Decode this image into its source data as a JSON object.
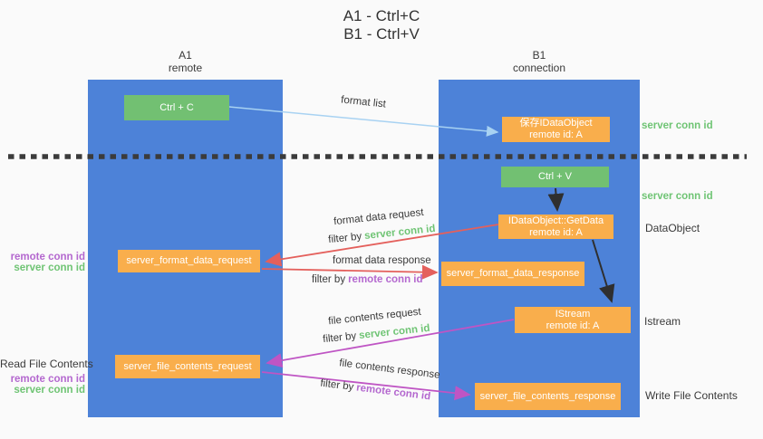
{
  "title": {
    "line1": "A1 - Ctrl+C",
    "line2": "B1 - Ctrl+V"
  },
  "lanes": {
    "left": {
      "title": "A1",
      "subtitle": "remote"
    },
    "right": {
      "title": "B1",
      "subtitle": "connection"
    }
  },
  "nodes": {
    "ctrl_c": "Ctrl + C",
    "save_idataobject_line1": "保存IDataObject",
    "save_idataobject_line2": "remote id: A",
    "ctrl_v": "Ctrl + V",
    "getdata_line1": "IDataObject::GetData",
    "getdata_line2": "remote id: A",
    "format_request": "server_format_data_request",
    "format_response": "server_format_data_response",
    "istream_line1": "IStream",
    "istream_line2": "remote id: A",
    "file_request": "server_file_contents_request",
    "file_response": "server_file_contents_response"
  },
  "annotations": {
    "server_conn_id_top": "server conn id",
    "server_conn_id_mid": "server conn id",
    "dataobject": "DataObject",
    "istream": "Istream",
    "write_file_contents": "Write File Contents",
    "read_file_contents": "Read File Contents",
    "left_top_remote": "remote conn id",
    "left_top_server": "server conn id",
    "left_bottom_remote": "remote conn id",
    "left_bottom_server": "server conn id"
  },
  "arrow_labels": {
    "format_list": "format list",
    "format_data_request": "format data request",
    "filter_by_1_prefix": "filter by",
    "filter_by_1_value": "server conn id",
    "format_data_response": "format data response",
    "filter_by_2_prefix": "filter by",
    "filter_by_2_value": "remote conn id",
    "file_contents_request": "file contents request",
    "filter_by_3_prefix": "filter by",
    "filter_by_3_value": "server conn id",
    "file_contents_response": "file contents response",
    "filter_by_4_prefix": "filter by",
    "filter_by_4_value": "remote conn id"
  },
  "colors": {
    "lane_blue": "#4d82d8",
    "node_green": "#72c072",
    "node_orange": "#f9ae4c",
    "arrow_red": "#e4605c",
    "arrow_magenta": "#bf55c4",
    "arrow_light_blue": "#a8d2f2",
    "arrow_black": "#2f2f2f",
    "text_green": "#6fc474",
    "text_purple": "#b468cf",
    "text_dark": "#3a3a3a",
    "background": "#fafafa"
  }
}
